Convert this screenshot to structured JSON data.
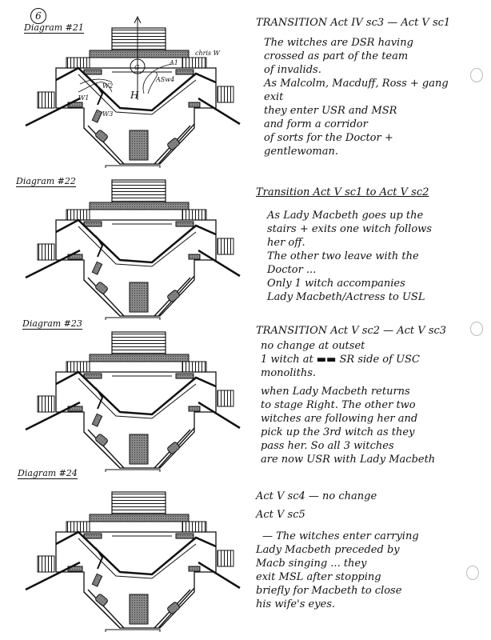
{
  "page": {
    "number": "6"
  },
  "diagrams": [
    {
      "label": "Diagram #21",
      "annotations": {
        "chris": "chris W",
        "g": "G",
        "a1": "A1",
        "asw": "ASw4",
        "h": "H",
        "w1": "W1",
        "w2": "W2",
        "w3": "W3"
      }
    },
    {
      "label": "Diagram #22"
    },
    {
      "label": "Diagram #23"
    },
    {
      "label": "Diagram #24"
    }
  ],
  "notes": [
    {
      "heading": "TRANSITION   Act IV sc3 — Act V sc1",
      "lines": [
        "The witches are DSR having",
        "crossed as part of the team",
        "of invalids.",
        "As Malcolm, Macduff, Ross + gang",
        "exit",
        "they enter USR and MSR",
        "and form a corridor",
        "of sorts for the Doctor +",
        "gentlewoman."
      ]
    },
    {
      "heading": "Transition Act V sc1 to Act V sc2",
      "lines": [
        "As Lady Macbeth goes up the",
        "stairs + exits one witch follows",
        "her off.",
        "The other two leave with the",
        "Doctor ...",
        "Only 1 witch accompanies",
        "Lady Macbeth/Actress to USL"
      ]
    },
    {
      "heading": "TRANSITION Act V sc2 — Act V sc3",
      "lines": [
        "no change at outset",
        "1 witch at ▬▬ SR side of USC",
        "monoliths.",
        "when Lady Macbeth returns",
        "to stage Right. The other two",
        "witches are following her and",
        "pick up the 3rd witch as they",
        "pass her. So all 3 witches",
        "are now USR with Lady Macbeth"
      ]
    },
    {
      "heading": "Act V sc4 — no change",
      "lines": [
        "Act V sc5",
        "— The witches enter carrying",
        "Lady Macbeth preceded by",
        "Macb singing ... they",
        "exit MSL after stopping",
        "briefly for Macbeth to close",
        "his wife's eyes."
      ]
    }
  ]
}
